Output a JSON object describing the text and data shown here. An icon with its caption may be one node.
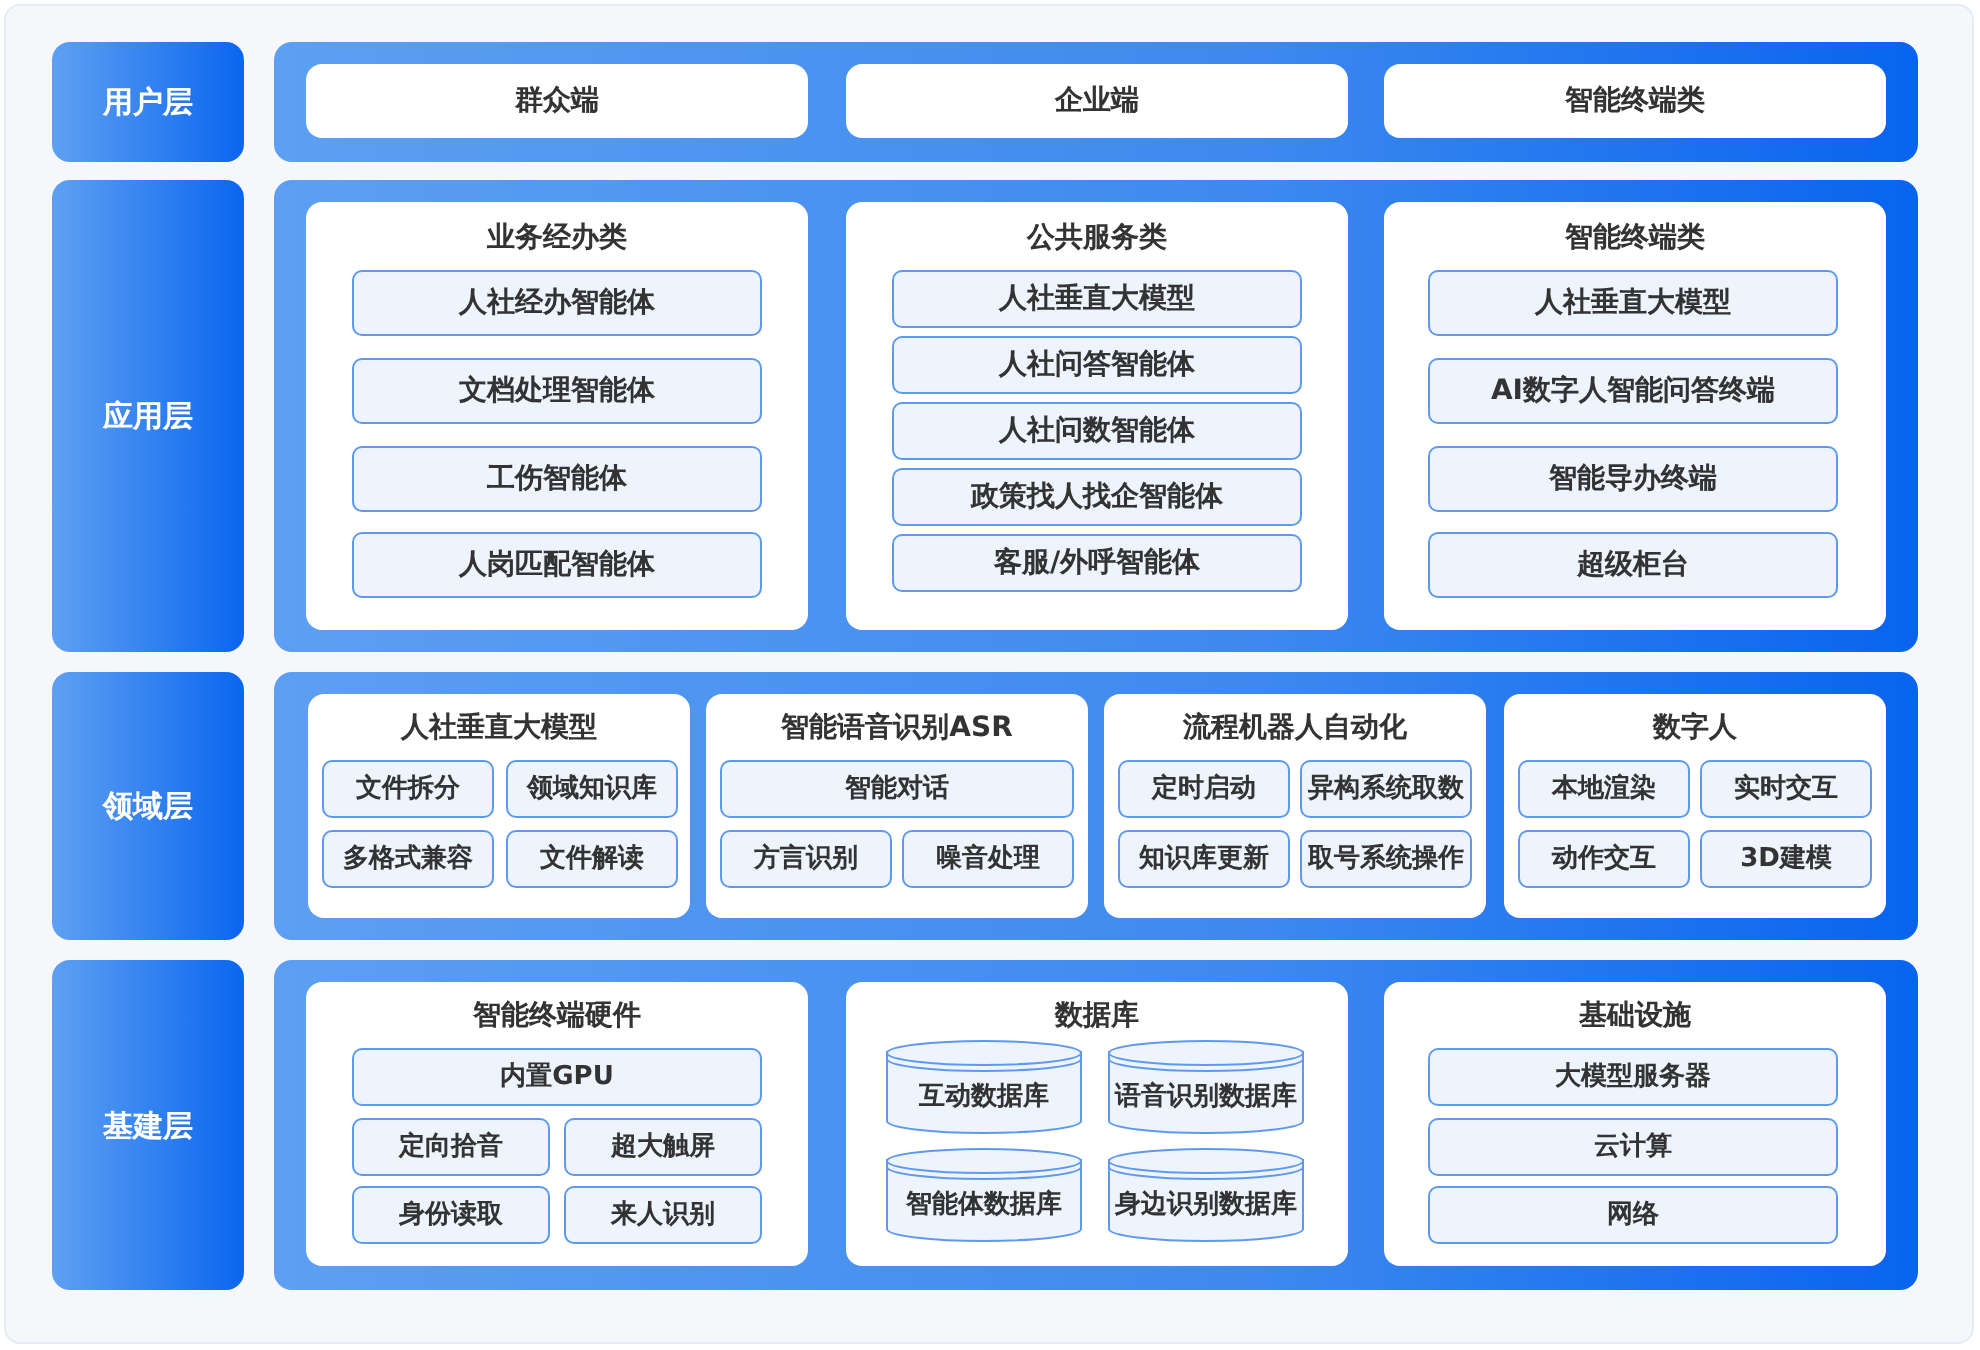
{
  "diagram": {
    "nodes": [
      {
        "text": [
          "用户层"
        ]
      },
      {
        "text": [],
        "shape": "band"
      },
      {
        "text": [
          "群众端"
        ],
        "in": 1
      },
      {
        "text": [
          "企业端"
        ],
        "in": 1
      },
      {
        "text": [
          "智能终端类"
        ],
        "in": 1
      },
      {
        "text": [
          "应用层"
        ]
      },
      {
        "text": [],
        "shape": "band"
      },
      {
        "text": [
          "业务经办类"
        ],
        "in": 6
      },
      {
        "text": [
          "人社经办智能体"
        ],
        "in": 7
      },
      {
        "text": [
          "文档处理智能体"
        ],
        "in": 7
      },
      {
        "text": [
          "工伤智能体"
        ],
        "in": 7
      },
      {
        "text": [
          "人岗匹配智能体"
        ],
        "in": 7
      },
      {
        "text": [
          "公共服务类"
        ],
        "in": 6
      },
      {
        "text": [
          "人社垂直大模型"
        ],
        "in": 12
      },
      {
        "text": [
          "人社问答智能体"
        ],
        "in": 12
      },
      {
        "text": [
          "人社问数智能体"
        ],
        "in": 12
      },
      {
        "text": [
          "政策找人找企智能体"
        ],
        "in": 12
      },
      {
        "text": [
          "客服/外呼智能体"
        ],
        "in": 12
      },
      {
        "text": [
          "智能终端类"
        ],
        "in": 6
      },
      {
        "text": [
          "人社垂直大模型"
        ],
        "in": 18
      },
      {
        "text": [
          "AI数字人智能问答终端"
        ],
        "in": 18
      },
      {
        "text": [
          "智能导办终端"
        ],
        "in": 18
      },
      {
        "text": [
          "超级柜台"
        ],
        "in": 18
      },
      {
        "text": [
          "领域层"
        ]
      },
      {
        "text": [],
        "shape": "band"
      },
      {
        "text": [
          "人社垂直大模型"
        ],
        "in": 24
      },
      {
        "text": [
          "文件拆分"
        ],
        "in": 25
      },
      {
        "text": [
          "领域知识库"
        ],
        "in": 25
      },
      {
        "text": [
          "多格式兼容"
        ],
        "in": 25
      },
      {
        "text": [
          "文件解读"
        ],
        "in": 25
      },
      {
        "text": [
          "智能语音识别ASR"
        ],
        "in": 24
      },
      {
        "text": [
          "智能对话"
        ],
        "in": 30
      },
      {
        "text": [
          "方言识别"
        ],
        "in": 30
      },
      {
        "text": [
          "噪音处理"
        ],
        "in": 30
      },
      {
        "text": [
          "流程机器人自动化"
        ],
        "in": 24
      },
      {
        "text": [
          "定时启动"
        ],
        "in": 34
      },
      {
        "text": [
          "异构系统取数"
        ],
        "in": 34
      },
      {
        "text": [
          "知识库更新"
        ],
        "in": 34
      },
      {
        "text": [
          "取号系统操作"
        ],
        "in": 34
      },
      {
        "text": [
          "数字人"
        ],
        "in": 24
      },
      {
        "text": [
          "本地渲染"
        ],
        "in": 39
      },
      {
        "text": [
          "实时交互"
        ],
        "in": 39
      },
      {
        "text": [
          "动作交互"
        ],
        "in": 39
      },
      {
        "text": [
          "3D建模"
        ],
        "in": 39
      },
      {
        "text": [
          "基建层"
        ]
      },
      {
        "text": [],
        "shape": "band"
      },
      {
        "text": [
          "智能终端硬件"
        ],
        "in": 45
      },
      {
        "text": [
          "内置GPU"
        ],
        "in": 46
      },
      {
        "text": [
          "定向拾音"
        ],
        "in": 46
      },
      {
        "text": [
          "超大触屏"
        ],
        "in": 46
      },
      {
        "text": [
          "身份读取"
        ],
        "in": 46
      },
      {
        "text": [
          "来人识别"
        ],
        "in": 46
      },
      {
        "text": [
          "数据库"
        ],
        "in": 45
      },
      {
        "text": [
          "互动数据库"
        ],
        "in": 52
      },
      {
        "text": [
          "语音识别数据库"
        ],
        "in": 52
      },
      {
        "text": [
          "智能体数据库"
        ],
        "in": 52
      },
      {
        "text": [
          "身边识别数据库"
        ],
        "in": 52
      },
      {
        "text": [
          "基础设施"
        ],
        "in": 45
      },
      {
        "text": [
          "大模型服务器"
        ],
        "in": 57
      },
      {
        "text": [
          "云计算"
        ],
        "in": 57
      },
      {
        "text": [
          "网络"
        ],
        "in": 57
      }
    ]
  }
}
